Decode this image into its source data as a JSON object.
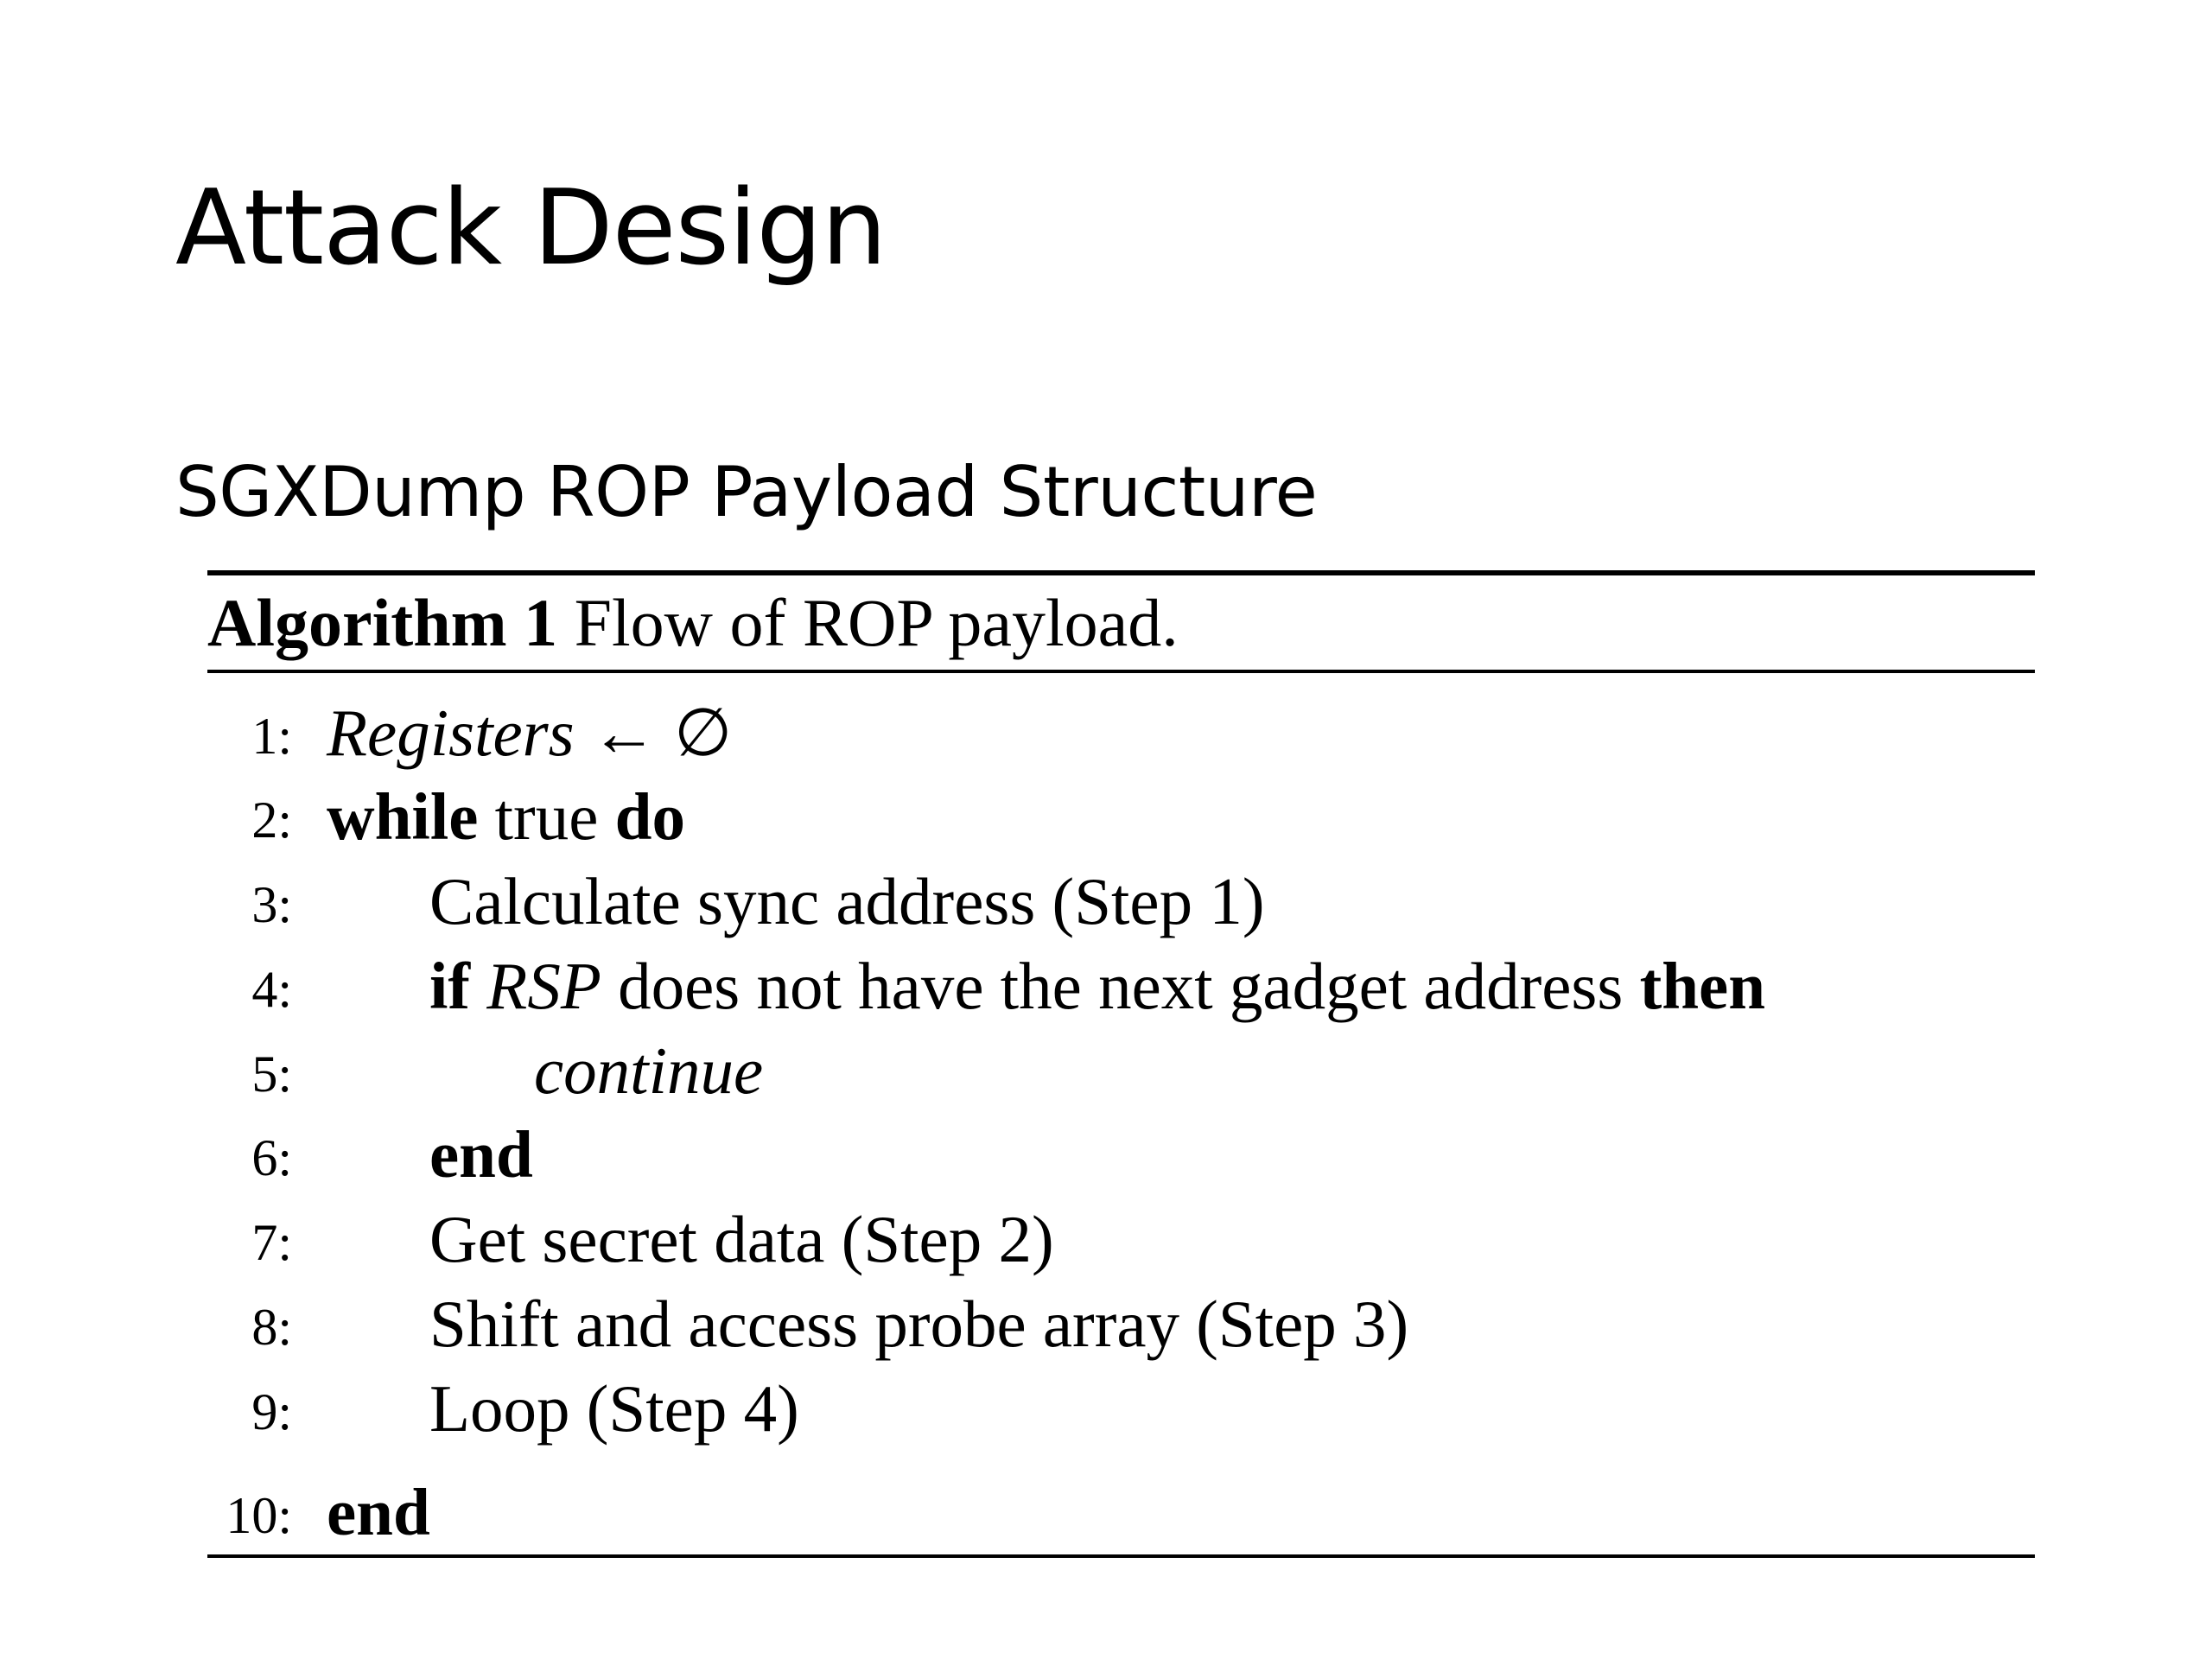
{
  "slide": {
    "title": "Attack Design",
    "subtitle": "SGXDump ROP Payload Structure"
  },
  "algorithm": {
    "label": "Algorithm 1",
    "caption": " Flow of ROP payload.",
    "lines": [
      {
        "num": "1:",
        "var1": "Registers",
        "arrow": " ← ",
        "emptyset": "∅"
      },
      {
        "num": "2:",
        "kw1": "while",
        "text1": " true ",
        "kw2": "do"
      },
      {
        "num": "3:",
        "text": "Calculate sync address (Step 1)"
      },
      {
        "num": "4:",
        "kw1": "if",
        "text1": " ",
        "var1": "RSP",
        "text2": " does not have the next gadget address ",
        "kw2": "then"
      },
      {
        "num": "5:",
        "var1": "continue"
      },
      {
        "num": "6:",
        "kw1": "end"
      },
      {
        "num": "7:",
        "text": "Get secret data (Step 2)"
      },
      {
        "num": "8:",
        "text": "Shift and access probe array (Step 3)"
      },
      {
        "num": "9:",
        "text": "Loop (Step 4)"
      },
      {
        "num": "10:",
        "kw1": "end"
      }
    ]
  }
}
